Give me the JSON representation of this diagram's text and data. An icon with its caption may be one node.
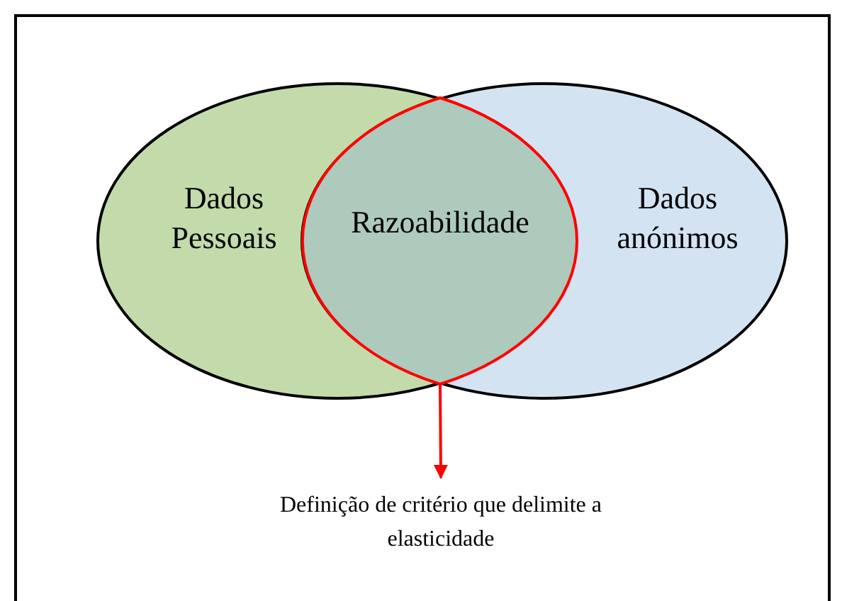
{
  "diagram": {
    "nodes": [
      {
        "text": [
          "Dados Pessoais"
        ]
      },
      {
        "text": [
          "Razoabilidade"
        ]
      },
      {
        "text": [
          "Dados anónimos"
        ]
      },
      {
        "text": [
          "Definição de critério que delimite a elasticidade"
        ]
      }
    ],
    "edges": [
      {
        "from": 1,
        "to": 3,
        "arrow": "to",
        "color": "#ff0000"
      }
    ]
  }
}
